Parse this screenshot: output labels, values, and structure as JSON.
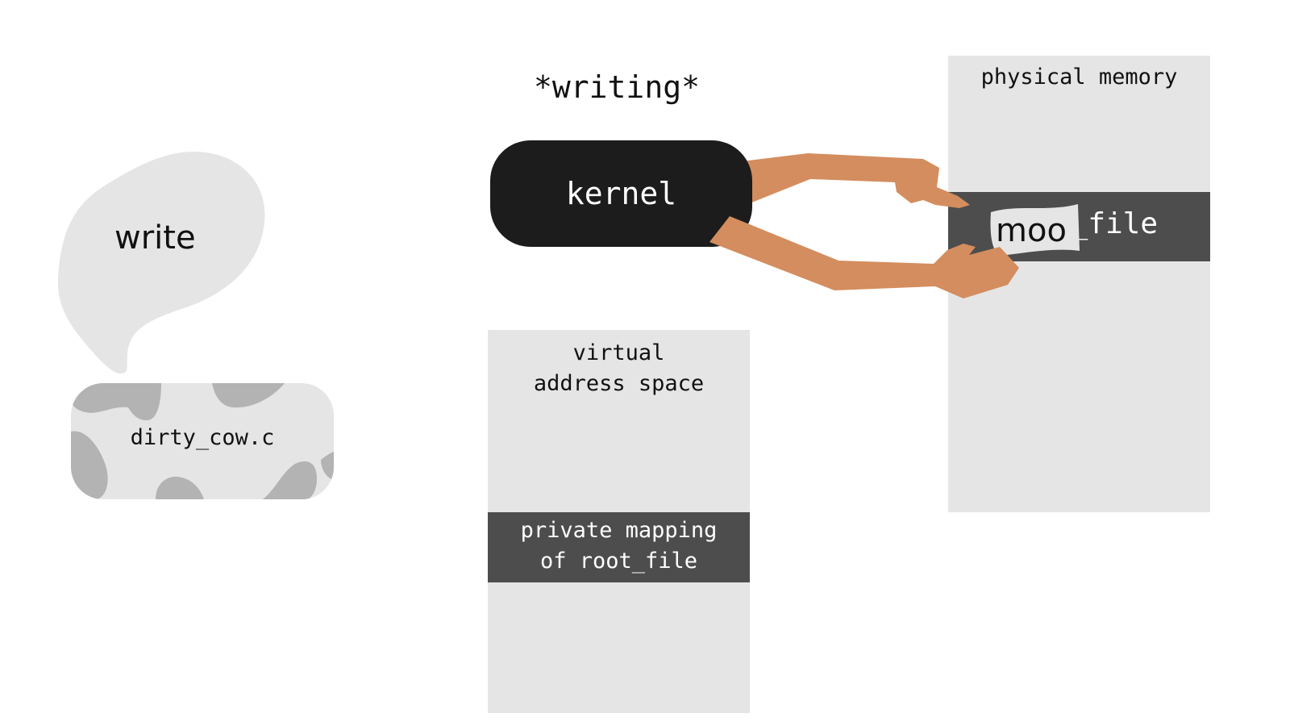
{
  "speech_bubble": {
    "text": "write"
  },
  "source_file": {
    "label": "dirty_cow.c"
  },
  "narration": {
    "text": "*writing*"
  },
  "kernel": {
    "label": "kernel"
  },
  "virtual_memory": {
    "title_line1": "virtual",
    "title_line2": "address space",
    "mapping_line1": "private mapping",
    "mapping_line2": "of root_file"
  },
  "physical_memory": {
    "title": "physical memory",
    "file_label": "root_file"
  },
  "written_data": {
    "text": "moo"
  },
  "colors": {
    "panel": "#e5e5e5",
    "region": "#4d4d4d",
    "kernel": "#1c1c1c",
    "skin": "#d48d5e",
    "cow_spots": "#b3b3b3"
  }
}
